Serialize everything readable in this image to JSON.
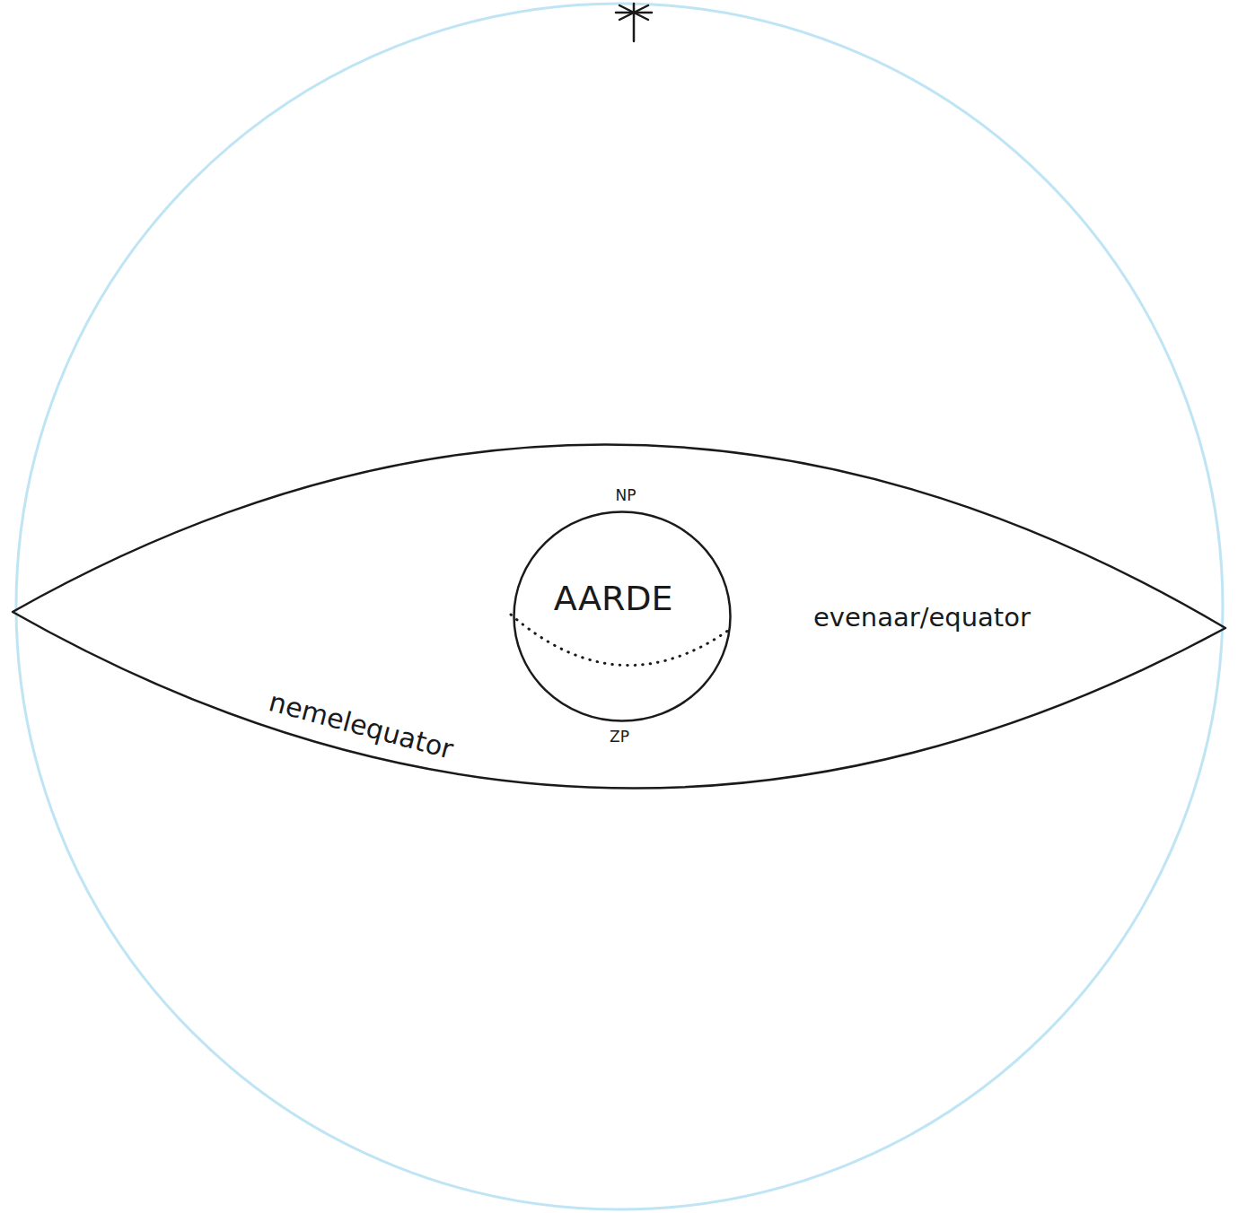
{
  "diagram": {
    "nodes": [
      {
        "text": [
          "AARDE"
        ]
      }
    ],
    "labels": [
      "NP",
      "ZP",
      "evenaar/equator",
      "nemelequator"
    ]
  }
}
